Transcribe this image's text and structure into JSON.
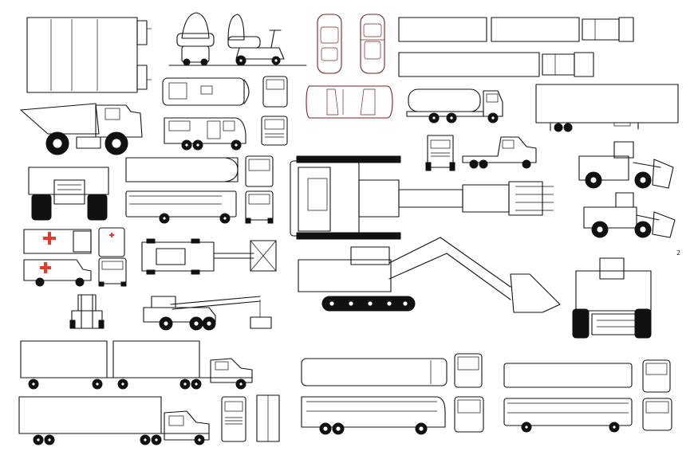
{
  "sheet": {
    "corner_mark": "2",
    "colors": {
      "line": "#111111",
      "sedan_line": "#7a2121",
      "ambulance_cross": "#e53b2f",
      "background": "#ffffff"
    },
    "blocks": [
      "box-truck-top-view",
      "mobility-scooter-views",
      "sedan-top-views",
      "trailer-truck-top-views",
      "motorhome-views",
      "sedan-side-view",
      "tanker-truck",
      "semi-trailer",
      "mining-dump-truck",
      "semi-tractor-views",
      "wheel-loader-views",
      "haul-truck-front",
      "school-bus-views",
      "hydraulic-excavator-top-view",
      "ambulance-views",
      "mobile-crane-top-view",
      "crawler-shovel-side-view",
      "loader-front-view",
      "forklift-front",
      "mobile-crane-side-view",
      "tractor-double-trailer",
      "tractor-trailer",
      "truck-front-rear",
      "coach-bus-views-left",
      "city-bus-views-right"
    ]
  }
}
